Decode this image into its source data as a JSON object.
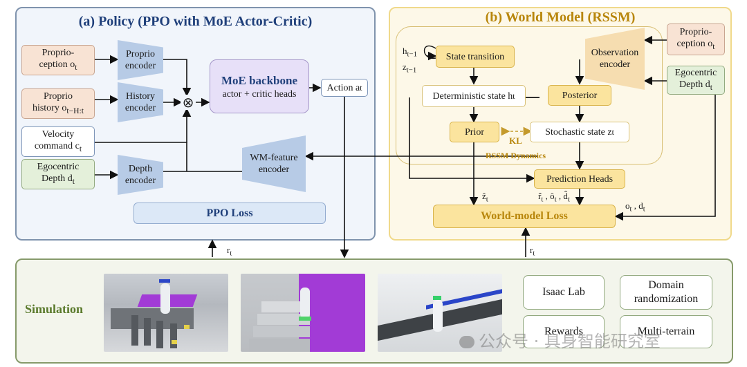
{
  "policy": {
    "title": "(a) Policy (PPO with MoE Actor-Critic)",
    "proprio_line1": "Proprio-",
    "proprio_line2": "ception o",
    "proprio_sub": "t",
    "history_line1": "Proprio",
    "history_line2": "history o",
    "history_sub": "t−H:t",
    "velocity_line1": "Velocity",
    "velocity_line2": "command c",
    "velocity_sub": "t",
    "depth_line1": "Egocentric",
    "depth_line2": "Depth d",
    "depth_sub": "t",
    "proprio_encoder": "Proprio\nencoder",
    "history_encoder": "History\nencoder",
    "depth_encoder": "Depth\nencoder",
    "wm_feature_encoder": "WM-feature\nencoder",
    "moe_title": "MoE backbone",
    "moe_subtitle": "actor + critic heads",
    "action_label": "Action a",
    "action_sub": "t",
    "multiply_symbol": "⊗",
    "ppo_loss": "PPO Loss",
    "reward_label": "r",
    "reward_sub": "t"
  },
  "world_model": {
    "title": "(b) World Model (RSSM)",
    "h_prev": "h",
    "h_prev_sub": "t−1",
    "z_prev": "z",
    "z_prev_sub": "t−1",
    "state_transition": "State transition",
    "deterministic": "Deterministic state h",
    "deterministic_sub": "t",
    "prior": "Prior",
    "kl": "KL",
    "stochastic": "Stochastic state z",
    "stochastic_sub": "t",
    "dynamics_label": "RSSM Dynamics",
    "observation_encoder": "Observation\nencoder",
    "posterior": "Posterior",
    "proprio_line1": "Proprio-",
    "proprio_line2": "ception o",
    "proprio_sub": "t",
    "depth_line1": "Egocentric",
    "depth_line2": "Depth d",
    "depth_sub": "t",
    "prediction_heads": "Prediction Heads",
    "z_hat": "ẑ",
    "z_hat_sub": "t",
    "pred_outputs": "r̂",
    "pred_outputs_sub": "t",
    "pred_o": " , ô",
    "pred_o_sub": "t",
    "pred_d": " , d̂",
    "pred_d_sub": "t",
    "obs_targets": "o",
    "obs_targets_sub": "t",
    "obs_targets_mid": " , d",
    "obs_targets_sub2": "t",
    "loss": "World-model Loss",
    "reward_label": "r",
    "reward_sub": "t"
  },
  "simulation": {
    "title": "Simulation",
    "items": [
      "Isaac Lab",
      "Domain\nrandomization",
      "Rewards",
      "Multi-terrain"
    ],
    "watermark": "公众号 · 具身智能研究室"
  },
  "colors": {
    "policy_bg": "#f1f5fb",
    "wm_bg": "#fdf8e8",
    "sim_bg": "#f3f5ec",
    "title_blue": "#1f3f7a",
    "title_gold": "#b8860b",
    "sim_green": "#5a7a2c",
    "moe_purple": "#e7e0f8",
    "loss_blue": "#dce8f7",
    "loss_gold": "#fbe49e",
    "encoder_blue": "#b7cbe6"
  }
}
